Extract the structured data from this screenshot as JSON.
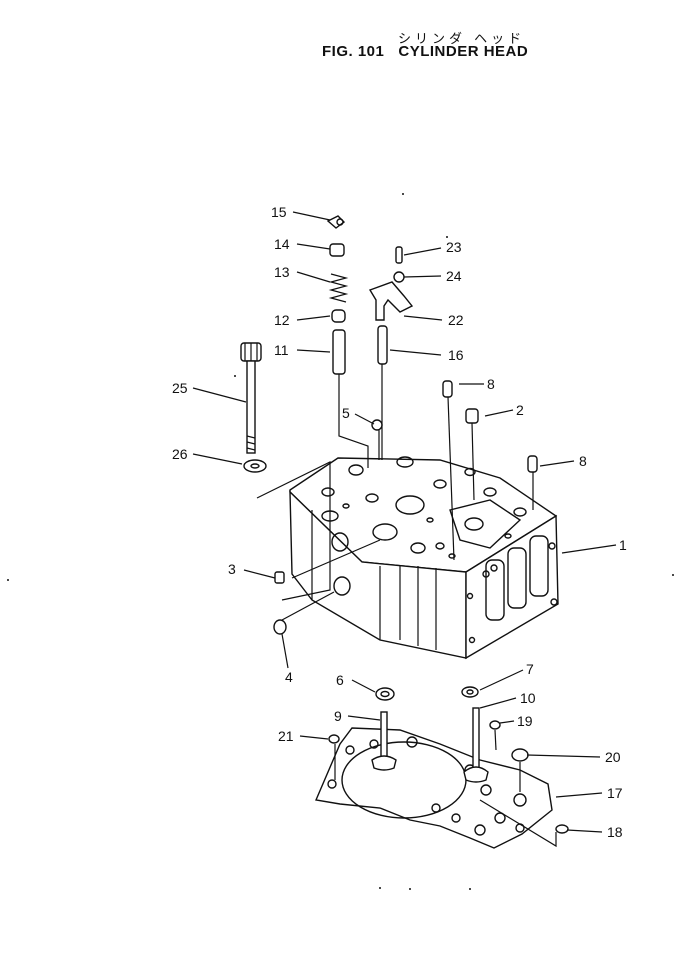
{
  "header": {
    "title_jp": "シリンダ ヘッド",
    "title_en": "FIG. 101   CYLINDER HEAD"
  },
  "callouts": {
    "c1": "1",
    "c2": "2",
    "c3": "3",
    "c4": "4",
    "c5": "5",
    "c6": "6",
    "c7": "7",
    "c8a": "8",
    "c8b": "8",
    "c9": "9",
    "c10": "10",
    "c11": "11",
    "c12": "12",
    "c13": "13",
    "c14": "14",
    "c15": "15",
    "c16": "16",
    "c17": "17",
    "c18": "18",
    "c19": "19",
    "c20": "20",
    "c21": "21",
    "c22": "22",
    "c23": "23",
    "c24": "24",
    "c25": "25",
    "c26": "26"
  }
}
